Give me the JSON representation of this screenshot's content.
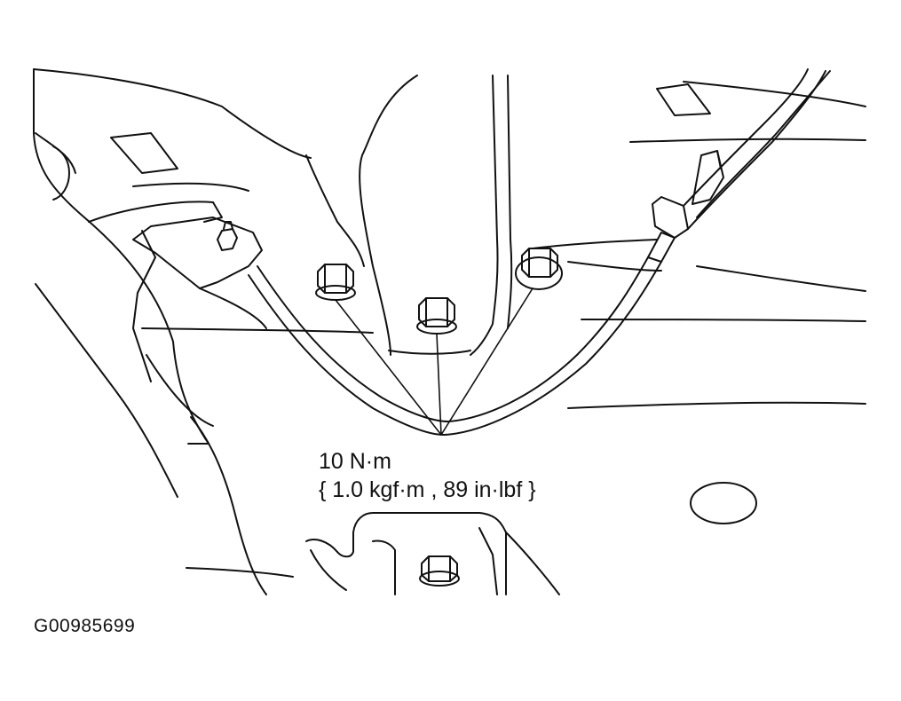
{
  "torque": {
    "nm": "10 N·m",
    "alt": "{ 1.0 kgf·m , 89 in·lbf }"
  },
  "figure_id": "G00985699",
  "colors": {
    "ink": "#111111",
    "background": "#ffffff"
  }
}
